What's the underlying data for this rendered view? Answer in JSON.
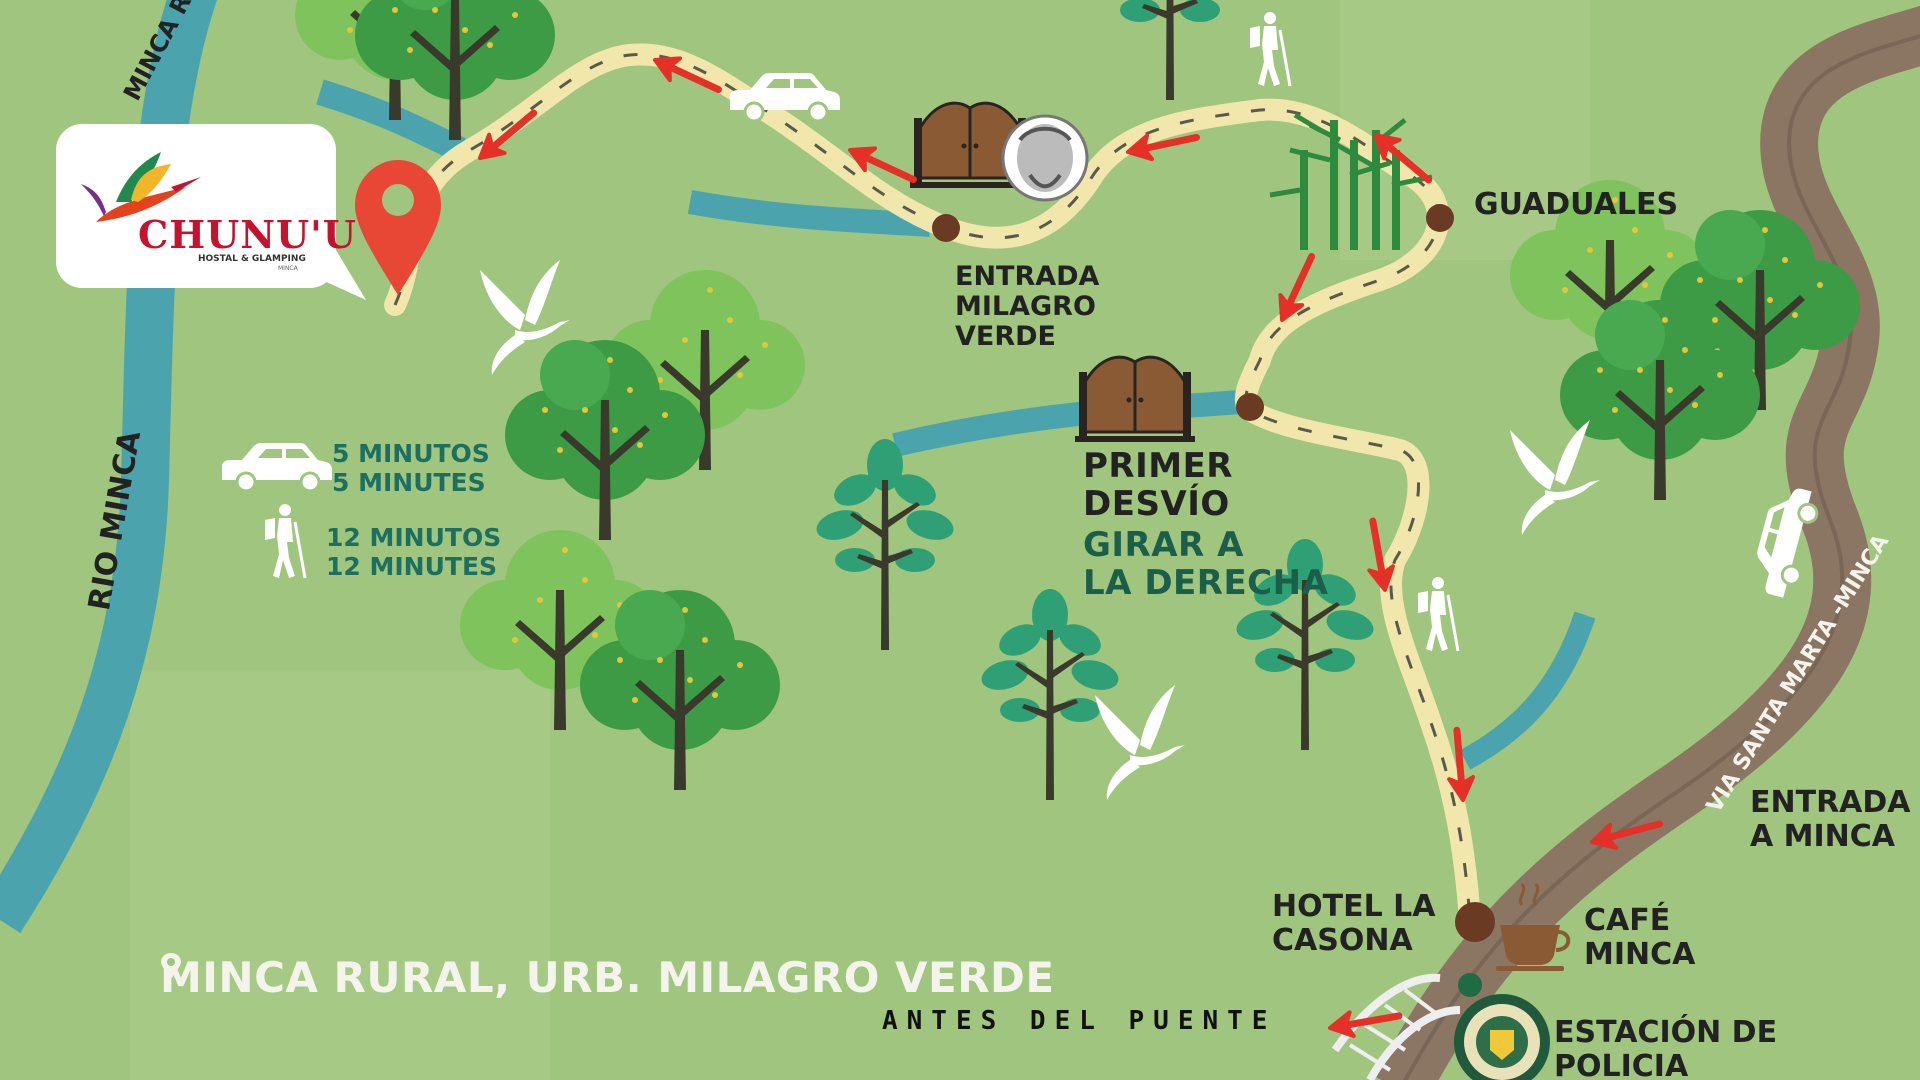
{
  "business": {
    "name": "CHUNU'U",
    "tagline": "HOSTAL & GLAMPING",
    "town": "MINCA",
    "brand_color": "#c4122f"
  },
  "address": "MINCA RURAL, URB. MILAGRO VERDE",
  "landmarks": {
    "entrada_milagro_verde": [
      "ENTRADA",
      "MILAGRO",
      "VERDE"
    ],
    "guaduales": "GUADUALES",
    "primer_desvio": [
      "PRIMER",
      "DESVÍO"
    ],
    "girar_derecha": [
      "GIRAR A",
      "LA DERECHA"
    ],
    "hotel_la_casona": [
      "HOTEL LA",
      "CASONA"
    ],
    "cafe_minca": [
      "CAFÉ",
      "MINCA"
    ],
    "entrada_minca": [
      "ENTRADA",
      "A MINCA"
    ],
    "estacion_policia": [
      "ESTACIÓN DE",
      "POLICIA"
    ],
    "antes_del_puente": "ANTES DEL PUENTE"
  },
  "roads": {
    "rio_minca": "RIO MINCA",
    "minca_road_top": "MINCA R",
    "via_santa_marta": "VIA SANTA MARTA -MINCA"
  },
  "legend": {
    "car": [
      "5 MINUTOS",
      "5 MINUTES"
    ],
    "walk": [
      "12 MINUTOS",
      "12 MINUTES"
    ]
  },
  "icons": [
    "map-pin-icon",
    "car-icon",
    "hiker-icon",
    "gate-icon",
    "portrait-icon",
    "bamboo-icon",
    "coffee-cup-icon",
    "police-badge-icon",
    "bird-icon",
    "tree-icon",
    "bridge-icon",
    "route-arrow-icon"
  ],
  "colors": {
    "background": "#9fc57e",
    "river": "#4ba4ad",
    "road": "#8b7563",
    "path": "#f1e6ac",
    "arrow": "#e53027",
    "pin": "#e94735",
    "tree_dark": "#3d9b45",
    "tree_teal": "#2fa076",
    "trunk": "#3a3a2c",
    "stop": "#6b3a22"
  }
}
